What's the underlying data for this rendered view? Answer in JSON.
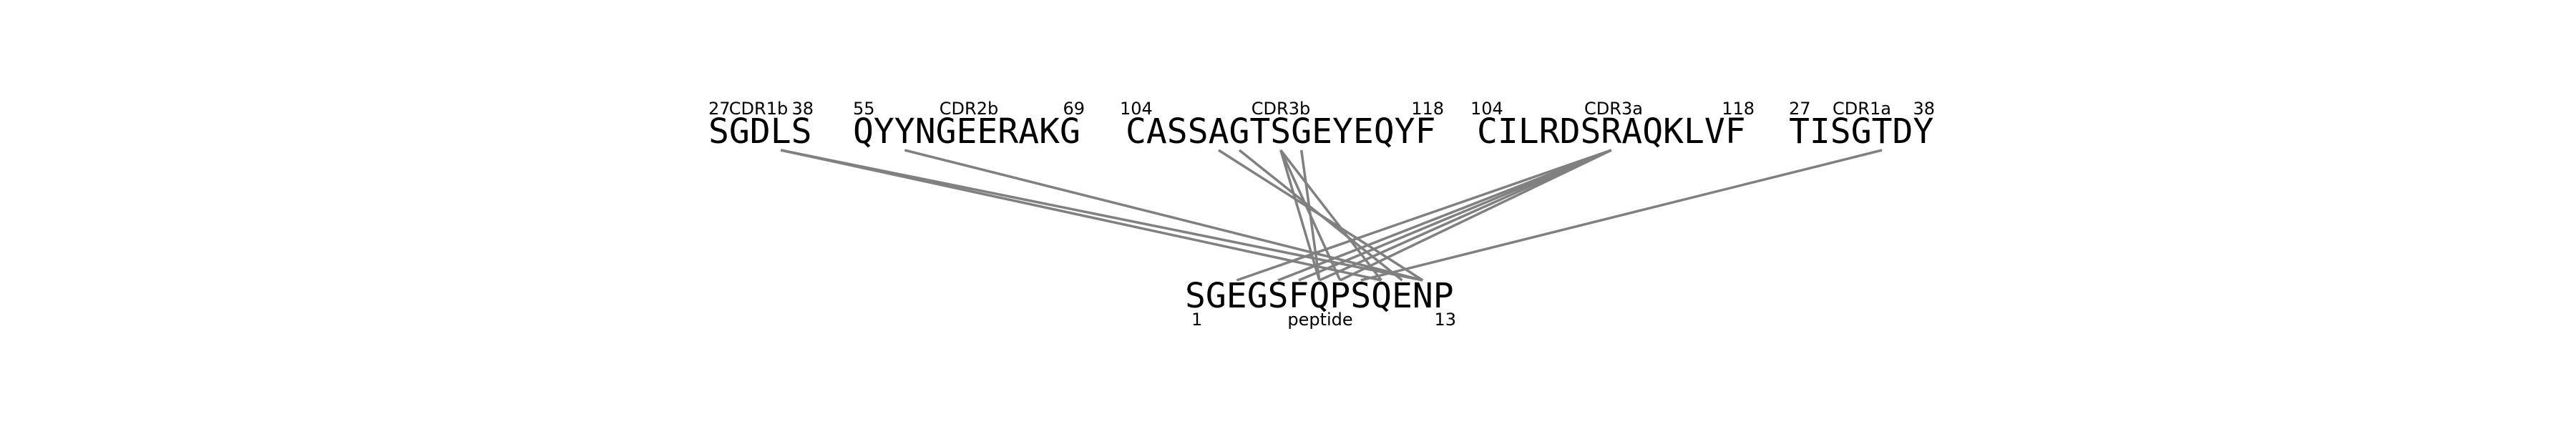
{
  "segments": [
    {
      "id": "cdr1b",
      "sequence": "SGDLS",
      "name": "CDR1b",
      "start": "27",
      "end": "38"
    },
    {
      "id": "cdr2b",
      "sequence": "QYYNGEERAKG",
      "name": "CDR2b",
      "start": "55",
      "end": "69"
    },
    {
      "id": "cdr3b",
      "sequence": "CASSAGTSGEYEQYF",
      "name": "CDR3b",
      "start": "104",
      "end": "118"
    },
    {
      "id": "cdr3a",
      "sequence": "CILRDSRAQKLVF",
      "name": "CDR3a",
      "start": "104",
      "end": "118"
    },
    {
      "id": "cdr1a",
      "sequence": "TISGTDY",
      "name": "CDR1a",
      "start": "27",
      "end": "38"
    }
  ],
  "peptide": {
    "sequence": "SGEGSFQPSQENP",
    "name": "peptide",
    "start": "1",
    "end": "13"
  },
  "contacts": [
    {
      "segment": "cdr1b",
      "residue": 3,
      "peptide_residue": 9
    },
    {
      "segment": "cdr1b",
      "residue": 3,
      "peptide_residue": 11
    },
    {
      "segment": "cdr2b",
      "residue": 2,
      "peptide_residue": 11
    },
    {
      "segment": "cdr3b",
      "residue": 4,
      "peptide_residue": 11
    },
    {
      "segment": "cdr3b",
      "residue": 5,
      "peptide_residue": 10
    },
    {
      "segment": "cdr3b",
      "residue": 7,
      "peptide_residue": 6
    },
    {
      "segment": "cdr3b",
      "residue": 7,
      "peptide_residue": 7
    },
    {
      "segment": "cdr3b",
      "residue": 7,
      "peptide_residue": 9
    },
    {
      "segment": "cdr3b",
      "residue": 8,
      "peptide_residue": 6
    },
    {
      "segment": "cdr3a",
      "residue": 6,
      "peptide_residue": 2
    },
    {
      "segment": "cdr3a",
      "residue": 6,
      "peptide_residue": 4
    },
    {
      "segment": "cdr3a",
      "residue": 6,
      "peptide_residue": 5
    },
    {
      "segment": "cdr3a",
      "residue": 6,
      "peptide_residue": 6
    },
    {
      "segment": "cdr3a",
      "residue": 6,
      "peptide_residue": 7
    },
    {
      "segment": "cdr1a",
      "residue": 4,
      "peptide_residue": 8
    }
  ]
}
